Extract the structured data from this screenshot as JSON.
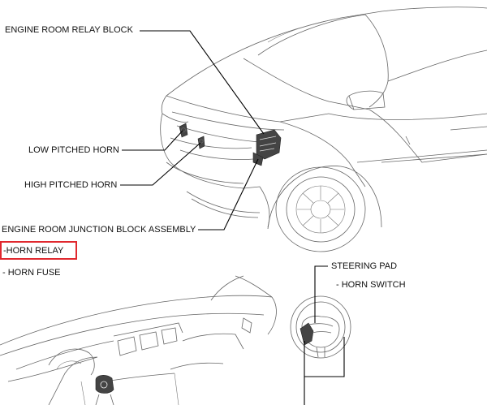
{
  "labels": {
    "engine_room_relay_block": "ENGINE ROOM RELAY BLOCK",
    "low_pitched_horn": "LOW PITCHED HORN",
    "high_pitched_horn": "HIGH PITCHED HORN",
    "engine_room_junction_block_assembly": "ENGINE ROOM JUNCTION BLOCK ASSEMBLY",
    "horn_relay": "-HORN RELAY",
    "horn_fuse": "- HORN FUSE",
    "steering_pad": "STEERING PAD",
    "horn_switch": "- HORN SWITCH"
  },
  "colors": {
    "highlight": "#e0282e",
    "line_art": "#666666",
    "leader": "#000000"
  }
}
